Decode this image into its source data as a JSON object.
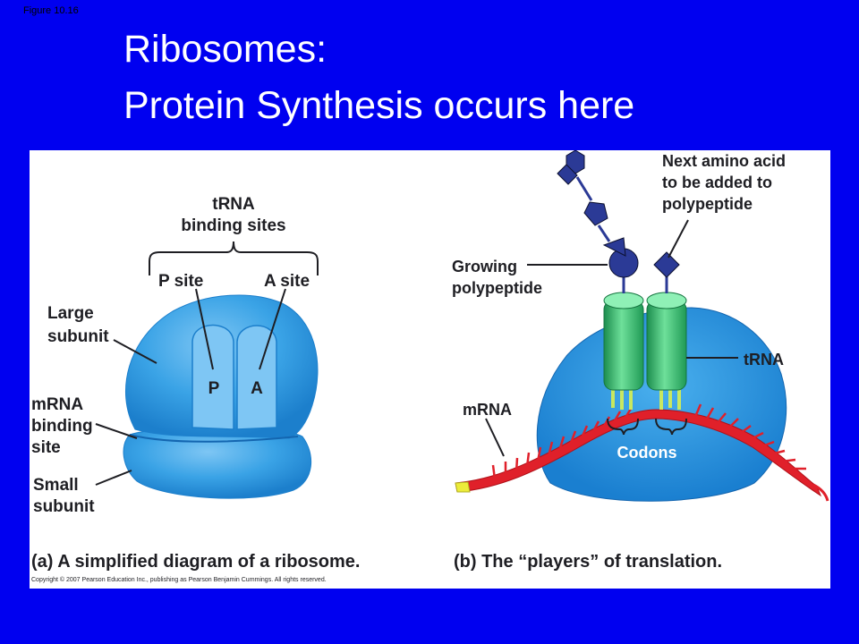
{
  "slide": {
    "figure_label": "Figure 10.16",
    "title_line1": "Ribosomes:",
    "title_line2": "Protein Synthesis occurs here"
  },
  "diagram_a": {
    "trna_label_line1": "tRNA",
    "trna_label_line2": "binding sites",
    "p_site": "P site",
    "a_site": "A site",
    "large_line1": "Large",
    "large_line2": "subunit",
    "mrna_line1": "mRNA",
    "mrna_line2": "binding",
    "mrna_line3": "site",
    "small_line1": "Small",
    "small_line2": "subunit",
    "p_letter": "P",
    "a_letter": "A",
    "caption": "(a) A simplified diagram of a ribosome."
  },
  "diagram_b": {
    "next_line1": "Next amino acid",
    "next_line2": "to be added to",
    "next_line3": "polypeptide",
    "growing_line1": "Growing",
    "growing_line2": "polypeptide",
    "trna": "tRNA",
    "mrna": "mRNA",
    "codons": "Codons",
    "caption": "(b) The “players” of translation."
  },
  "copyright": "Copyright © 2007 Pearson Education Inc., publishing as Pearson Benjamin Cummings. All rights reserved.",
  "colors": {
    "background": "#0000f0",
    "ribosome": "#2e9be0",
    "ribosome_light": "#5db4ee",
    "trna_green": "#2fb06a",
    "mrna_red": "#e0202a",
    "amino_navy": "#2b3a96",
    "codon_yellow": "#c8e860"
  }
}
